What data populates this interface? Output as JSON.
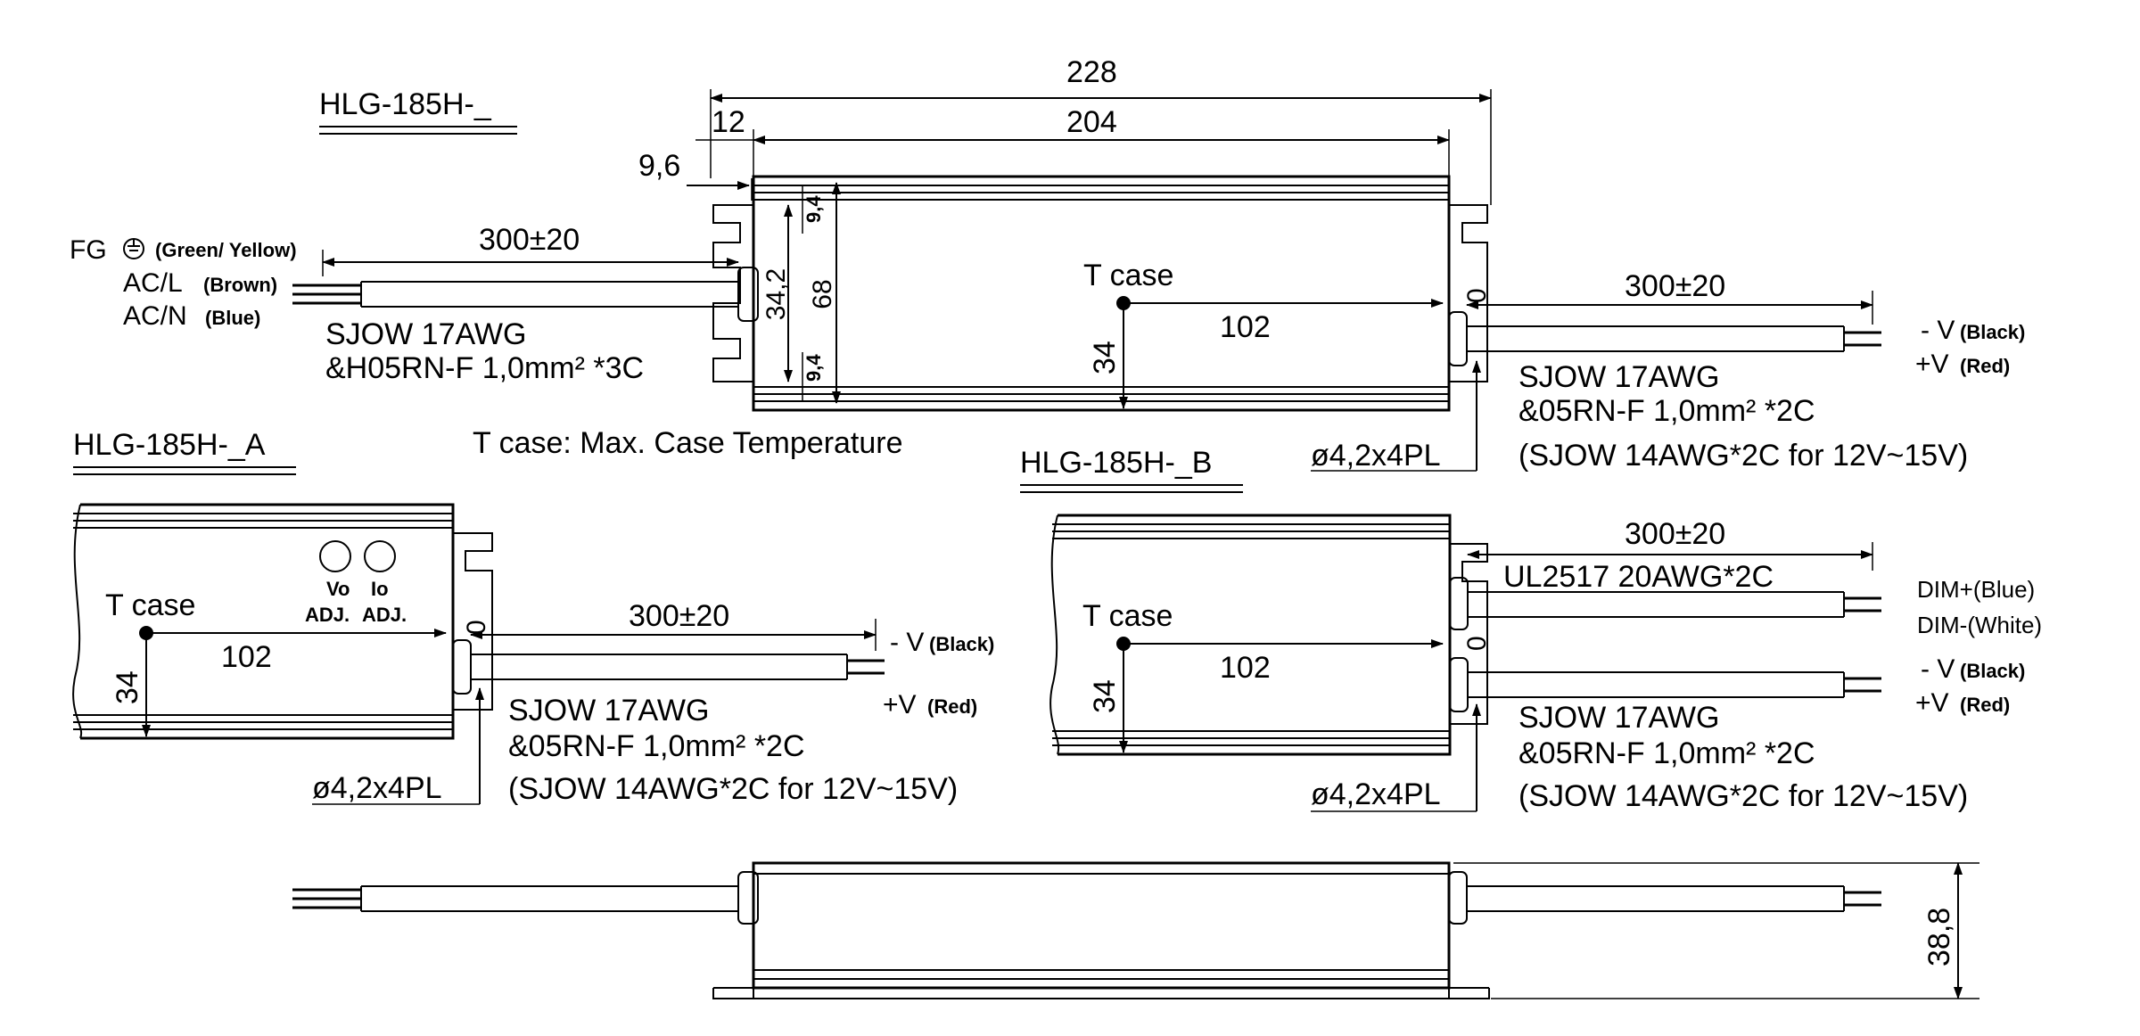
{
  "models": {
    "main": "HLG-185H-_",
    "a": "HLG-185H-_A",
    "b": "HLG-185H-_B"
  },
  "dimensions": {
    "overall_length": "228",
    "body_length": "204",
    "flange": "12",
    "offset": "9,6",
    "width_outer": "68",
    "mount_spacing": "34,2",
    "edge_top": "9,4",
    "edge_bottom": "9,4",
    "tcase_x": "102",
    "tcase_y": "34",
    "cable_length": "300±20",
    "height": "38,8",
    "zero": "0",
    "mount_hole": "ø4,2x4PL"
  },
  "labels": {
    "tcase": "T case",
    "tcase_note": "T case: Max. Case Temperature",
    "fg": "FG",
    "fg_color": "(Green/ Yellow)",
    "acl": "AC/L",
    "acl_color": "(Brown)",
    "acn": "AC/N",
    "acn_color": "(Blue)",
    "input_cable_1": "SJOW 17AWG",
    "input_cable_2": "&H05RN-F 1,0mm² *3C",
    "output_cable_1": "SJOW 17AWG",
    "output_cable_2": "&05RN-F 1,0mm² *2C",
    "output_cable_3": "(SJOW 14AWG*2C for 12V~15V)",
    "vneg": "- V",
    "vneg_color": "(Black)",
    "vpos": "+V",
    "vpos_color": "(Red)",
    "vo": "Vo",
    "io": "Io",
    "adj1": "ADJ.",
    "adj2": "ADJ.",
    "dim_cable": "UL2517 20AWG*2C",
    "dim_pos": "DIM+(Blue)",
    "dim_neg": "DIM-(White)"
  }
}
